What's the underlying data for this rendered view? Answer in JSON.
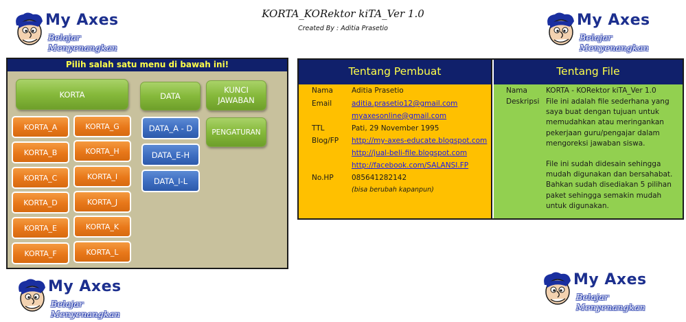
{
  "app": {
    "title": "KORTA_KORektor kiTA_Ver 1.0",
    "subtitle": "Created By : Aditia Prasetio"
  },
  "logo": {
    "brand": "My Axes",
    "tagline": "Belajar Menyenangkan"
  },
  "menu": {
    "header": "Pilih salah satu menu di bawah ini!",
    "korta_main": "KORTA",
    "korta_left": [
      "KORTA_A",
      "KORTA_B",
      "KORTA_C",
      "KORTA_D",
      "KORTA_E",
      "KORTA_F"
    ],
    "korta_right": [
      "KORTA_G",
      "KORTA_H",
      "KORTA_I",
      "KORTA_J",
      "KORTA_K",
      "KORTA_L"
    ],
    "data_main": "DATA",
    "data_items": [
      "DATA_A - D",
      "DATA_E-H",
      "DATA_I-L"
    ],
    "kunci_line1": "KUNCI",
    "kunci_line2": "JAWABAN",
    "pengaturan": "PENGATURAN"
  },
  "about_author": {
    "header": "Tentang Pembuat",
    "name_label": "Nama",
    "name": "Aditia Prasetio",
    "email_label": "Email",
    "email1": "aditia.prasetio12@gmail.com",
    "email2": "myaxesonline@gmail.com",
    "ttl_label": "TTL",
    "ttl": "Pati, 29 November 1995",
    "blog_label": "Blog/FP",
    "blog1": "http://my-axes-educate.blogspot.com",
    "blog2": "http://jual-beli-file.blogspot.com",
    "blog3": "http://facebook.com/SALANSI.FP",
    "hp_label": "No.HP",
    "hp": "085641282142",
    "hp_note": "(bisa berubah kapanpun)"
  },
  "about_file": {
    "header": "Tentang File",
    "name_label": "Nama",
    "name": "KORTA - KORektor kiTA_Ver 1.0",
    "desc_label": "Deskripsi",
    "desc1": "File ini adalah file sederhana yang saya buat dengan tujuan untuk memudahkan atau meringankan pekerjaan guru/pengajar dalam mengoreksi jawaban siswa.",
    "desc2": "File ini sudah didesain sehingga mudah digunakan dan bersahabat. Bahkan sudah disediakan 5 pilihan paket sehingga semakin mudah untuk digunakan."
  },
  "colors": {
    "navy": "#10206b",
    "yellow_text": "#ffff4a",
    "green_button": "#86b93b",
    "orange_button": "#e8781a",
    "blue_button": "#3c6cc0",
    "author_bg": "#ffc000",
    "file_bg": "#92d050",
    "panel_bg": "#c8c19d"
  },
  "icons": {
    "logo_mascot": "cartoon-face-icon"
  }
}
